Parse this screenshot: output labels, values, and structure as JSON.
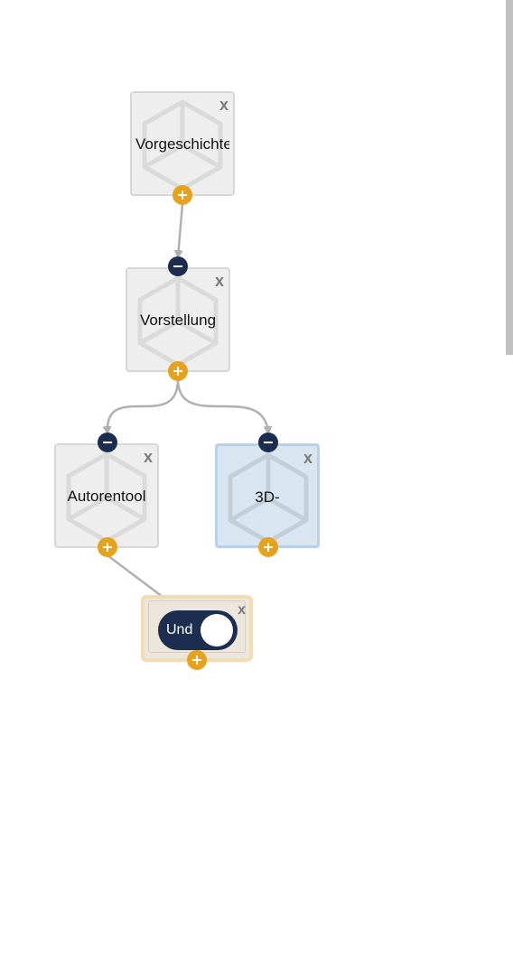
{
  "nodes": [
    {
      "label": "Vorgeschichte",
      "close": "x",
      "selected": false,
      "has_input": false,
      "icon": "cube-icon"
    },
    {
      "label": "Vorstellung",
      "close": "x",
      "selected": false,
      "has_input": true,
      "icon": "cube-icon"
    },
    {
      "label": "Autorentool",
      "close": "x",
      "selected": false,
      "has_input": true,
      "icon": "cube-icon"
    },
    {
      "label": "3D-",
      "close": "x",
      "selected": true,
      "has_input": true,
      "icon": "cube-icon"
    }
  ],
  "logic_node": {
    "label": "Und",
    "close": "x",
    "toggle_on": true
  },
  "connections": [
    {
      "from": "Vorgeschichte",
      "to": "Vorstellung"
    },
    {
      "from": "Vorstellung",
      "to": "Autorentool"
    },
    {
      "from": "Vorstellung",
      "to": "3D-"
    },
    {
      "from": "Autorentool",
      "to": "Und"
    }
  ],
  "colors": {
    "input_port": "#1c2e50",
    "output_port": "#e6a21c",
    "node_bg": "#eeeeee",
    "selected_bg": "#d9e5f0",
    "selected_border": "#b7d1ec",
    "logic_bg": "#ece6dc",
    "logic_border": "#f1dcb3",
    "wire": "#b0b0b0"
  },
  "icons": {
    "input_port": "minus-circle-icon",
    "output_port": "plus-circle-icon",
    "close": "close-icon"
  }
}
